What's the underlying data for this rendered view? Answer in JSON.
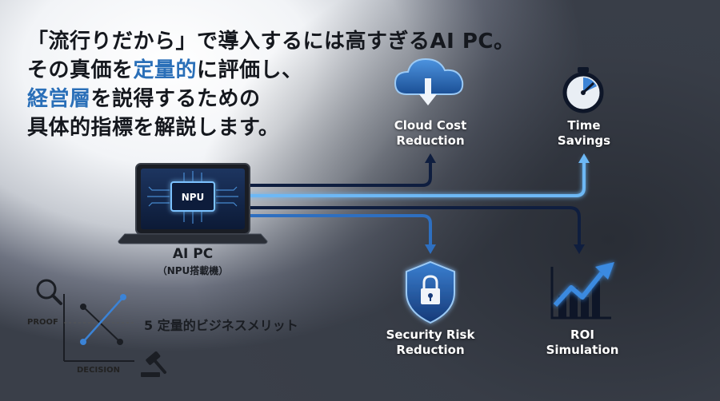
{
  "headline": {
    "line1": "「流行りだから」で導入するには高すぎるAI PC。",
    "line2_pre": "その真価を",
    "line2_accent": "定量的",
    "line2_post": "に評価し、",
    "line3_accent": "経営層",
    "line3_post": "を説得するための",
    "line4": "具体的指標を解説します。"
  },
  "device": {
    "chip_label": "NPU",
    "title": "AI PC",
    "subtitle": "（NPU搭載機）"
  },
  "benefits": {
    "cloud_cost": "Cloud Cost\nReduction",
    "time_savings": "Time\nSavings",
    "security_risk": "Security Risk\nReduction",
    "roi": "ROI\nSimulation"
  },
  "decision_chart": {
    "proof_label": "PROOF",
    "decision_label": "DECISION",
    "merit_label": "5 定量的ビジネスメリット"
  },
  "colors": {
    "accent_blue": "#2a6fb8",
    "glow_blue": "#5aa9f0",
    "navy": "#16264a"
  },
  "icons": [
    "cloud-download-icon",
    "stopwatch-icon",
    "shield-lock-icon",
    "growth-chart-icon",
    "magnifier-icon",
    "gavel-icon",
    "npu-chip-icon",
    "laptop-icon"
  ]
}
